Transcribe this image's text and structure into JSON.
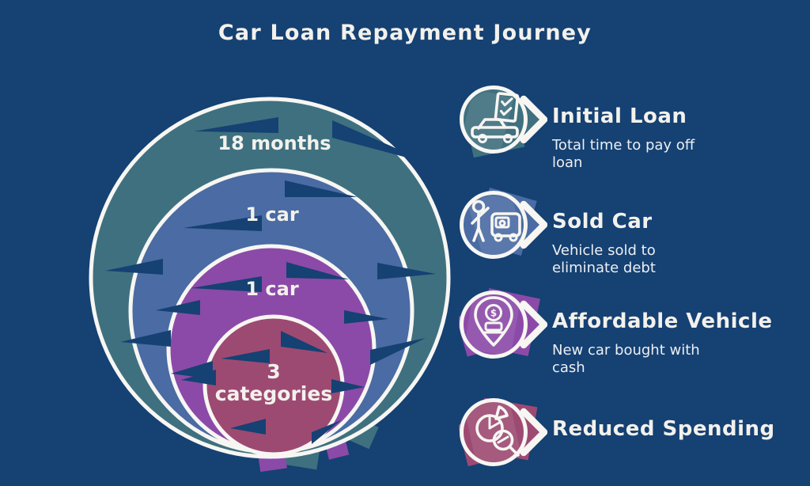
{
  "title": "Car Loan Repayment Journey",
  "colors": {
    "background": "#154173",
    "stroke_white": "#f7f6f2",
    "text_white": "#f3f1ec",
    "teal": "#3f707f",
    "blue": "#4a6ba3",
    "purple": "#8b4aa8",
    "maroon": "#9d4a72"
  },
  "diagram": {
    "rings": [
      {
        "label": "18 months",
        "color": "#3f707f"
      },
      {
        "label": "1 car",
        "color": "#4a6ba3"
      },
      {
        "label": "1 car",
        "color": "#8b4aa8"
      },
      {
        "label": "3 categories",
        "label_lines": [
          "3",
          "categories"
        ],
        "color": "#9d4a72"
      }
    ]
  },
  "legend": {
    "items": [
      {
        "title": "Initial Loan",
        "subtitle": "Total time to pay off loan",
        "icon": "car-checklist-icon",
        "color": "#3f707f"
      },
      {
        "title": "Sold Car",
        "subtitle": "Vehicle sold to eliminate debt",
        "icon": "person-selling-car-icon",
        "color": "#4a6ba3"
      },
      {
        "title": "Affordable Vehicle",
        "subtitle": "New car bought with cash",
        "icon": "map-pin-dollar-car-icon",
        "color": "#8b4aa8"
      },
      {
        "title": "Reduced Spending",
        "subtitle": "",
        "icon": "pie-chart-magnifier-icon",
        "color": "#9d4a72"
      }
    ]
  }
}
